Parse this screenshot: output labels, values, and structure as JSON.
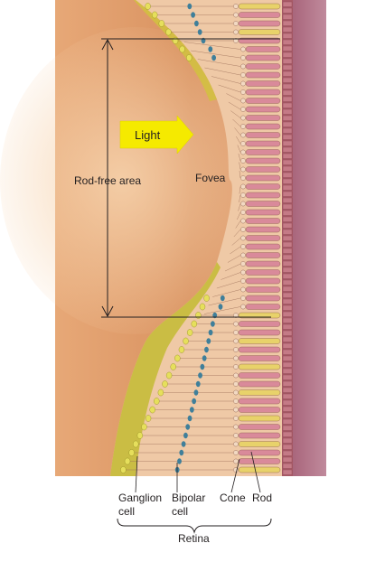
{
  "labels": {
    "light": "Light",
    "rod_free_area": "Rod-free area",
    "fovea": "Fovea",
    "ganglion_cell": [
      "Ganglion",
      "cell"
    ],
    "bipolar_cell": [
      "Bipolar",
      "cell"
    ],
    "cone": "Cone",
    "rod": "Rod",
    "retina": "Retina"
  },
  "colors": {
    "vitreous": "#d9935c",
    "vitreous_light": "#f3c9a0",
    "retina_tissue": "#efc9a4",
    "pigment_layer": "#b06a78",
    "choroid": "#b57b8e",
    "nerve_fibers": "#c9c23a",
    "ganglion_cells": "#e6df5c",
    "bipolar_cells": "#3f7f9a",
    "cones": "#d98a9a",
    "rods": "#e8d26a",
    "arrow": "#f5ea00"
  }
}
